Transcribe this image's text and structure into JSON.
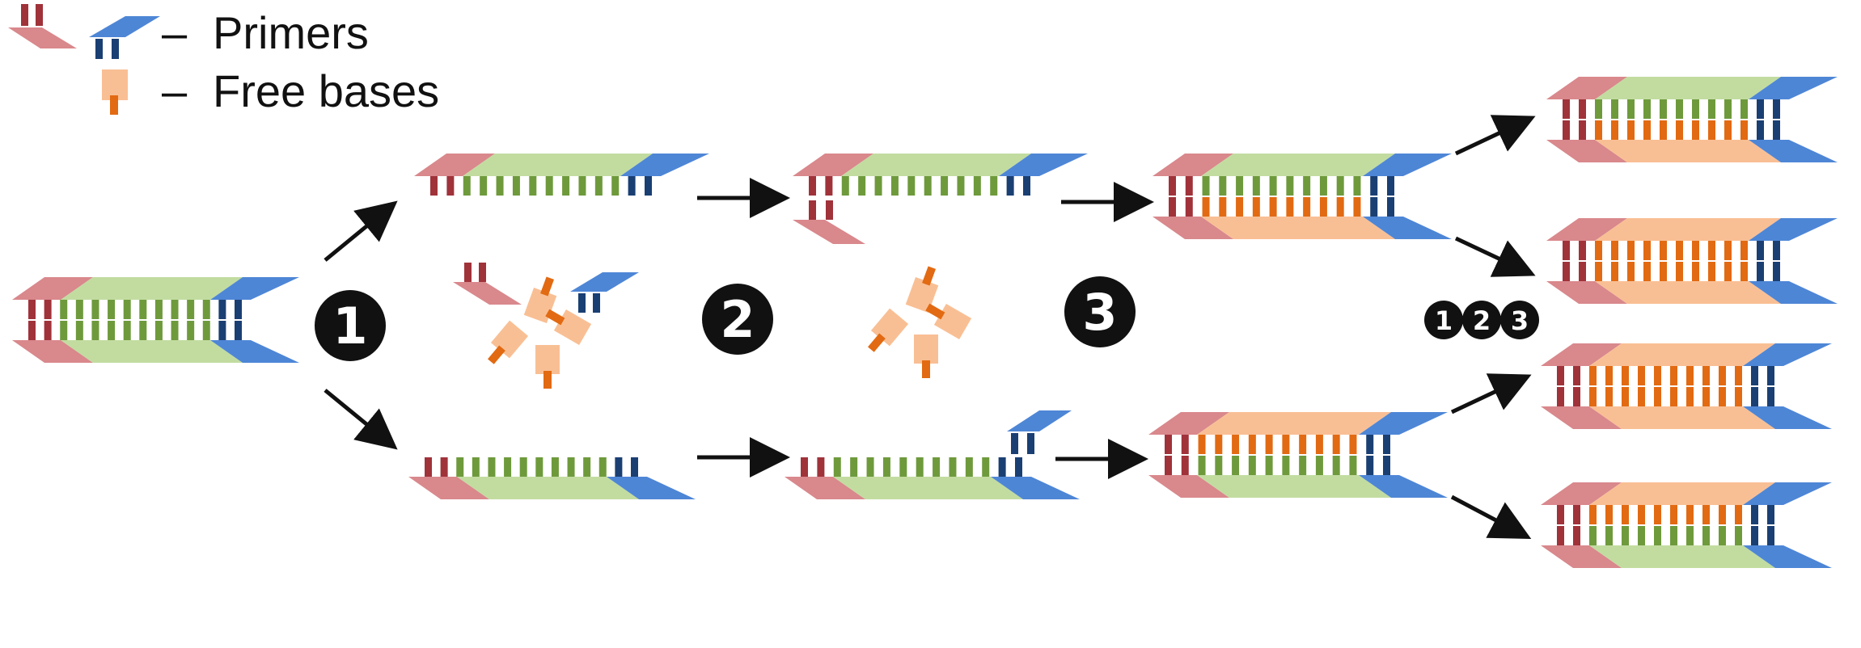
{
  "legend": {
    "primers_dash": "–",
    "primers_label": "Primers",
    "bases_dash": "–",
    "bases_label": "Free bases"
  },
  "steps": {
    "one": "1",
    "two": "2",
    "three": "3",
    "summary": [
      "1",
      "2",
      "3"
    ]
  },
  "colors": {
    "forward_primer": "#d9888c",
    "forward_primer_tick": "#a0323a",
    "reverse_primer": "#4e86d6",
    "reverse_primer_tick": "#1a3f73",
    "template_strand": "#c2dca0",
    "template_tick": "#6e9a3c",
    "new_strand": "#f9bf94",
    "new_tick": "#e26a12",
    "step_circle": "#111111"
  },
  "icons": {
    "primer": "primer-icon",
    "free_base": "free-base-icon"
  }
}
